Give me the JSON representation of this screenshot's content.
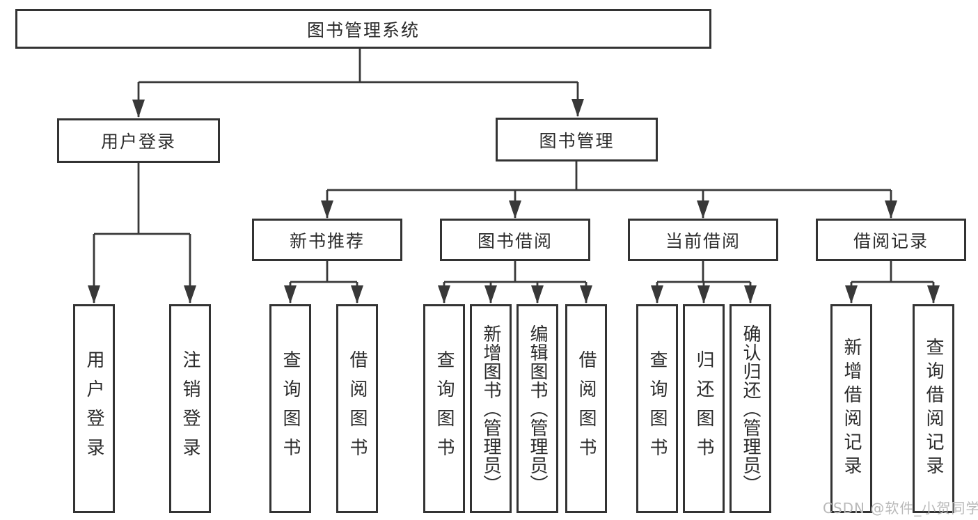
{
  "diagram_title": "图书管理系统",
  "nodes": {
    "root": {
      "label": "图书管理系统"
    },
    "level2": [
      {
        "id": "user_login",
        "label": "用户登录"
      },
      {
        "id": "book_mgmt",
        "label": "图书管理"
      }
    ],
    "level3": [
      {
        "id": "new_book_rec",
        "label": "新书推荐"
      },
      {
        "id": "book_borrow",
        "label": "图书借阅"
      },
      {
        "id": "current_borrow",
        "label": "当前借阅"
      },
      {
        "id": "borrow_record",
        "label": "借阅记录"
      }
    ]
  },
  "leaves": {
    "user_login": [
      "用户登录",
      "注销登录"
    ],
    "new_book_rec": [
      "查询图书",
      "借阅图书"
    ],
    "book_borrow": [
      "查询图书",
      "新增图书（管理员）",
      "编辑图书（管理员）",
      "借阅图书"
    ],
    "current_borrow": [
      "查询图书",
      "归还图书",
      "确认归还（管理员）"
    ],
    "borrow_record": [
      "新增借阅记录",
      "查询借阅记录"
    ]
  },
  "watermark": {
    "text": "CSDN @软件_小贺同学",
    "color": "#b9b9b9"
  },
  "colors": {
    "line": "#383838",
    "box_border": "#333333",
    "text": "#2b2b2b",
    "background": "#ffffff"
  }
}
